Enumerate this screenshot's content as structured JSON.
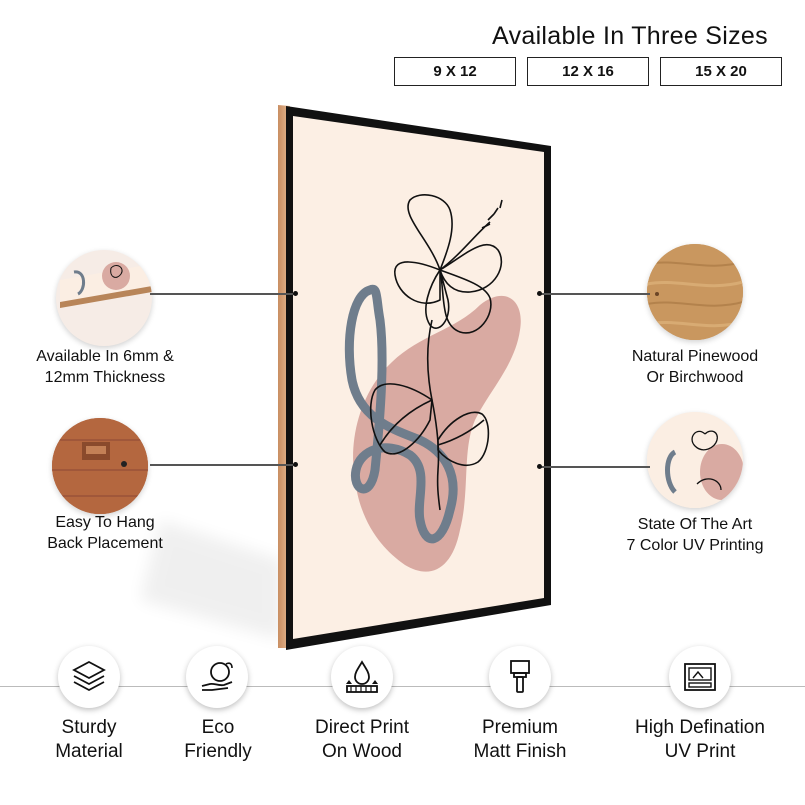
{
  "sizes": {
    "title": "Available In Three Sizes",
    "options": [
      "9 X 12",
      "12 X 16",
      "15 X 20"
    ]
  },
  "features": {
    "thickness": {
      "line1": "Available In  6mm &",
      "line2": "12mm Thickness"
    },
    "hang": {
      "line1": "Easy To Hang",
      "line2": "Back Placement"
    },
    "wood": {
      "line1": "Natural Pinewood",
      "line2": "Or Birchwood"
    },
    "printing": {
      "line1": "State Of The Art",
      "line2": "7 Color UV Printing"
    }
  },
  "bottom_features": [
    {
      "icon": "layers-icon",
      "line1": "Sturdy",
      "line2": "Material"
    },
    {
      "icon": "eco-hand-icon",
      "line1": "Eco",
      "line2": "Friendly"
    },
    {
      "icon": "direct-print-icon",
      "line1": "Direct Print",
      "line2": "On Wood"
    },
    {
      "icon": "paint-brush-icon",
      "line1": "Premium",
      "line2": "Matt Finish"
    },
    {
      "icon": "uv-printer-icon",
      "line1": "High Defination",
      "line2": "UV Print"
    }
  ],
  "colors": {
    "frame": "#111111",
    "wood_edge": "#d8a57c",
    "canvas": "#fcefe4",
    "blob": "#d9aaa2",
    "stroke_line": "#6f7d8c"
  }
}
